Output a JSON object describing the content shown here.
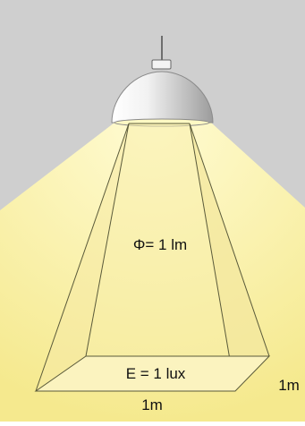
{
  "labels": {
    "flux": "Φ= 1 lm",
    "illuminance": "E = 1 lux",
    "width": "1m",
    "depth": "1m"
  },
  "colors": {
    "background": "#cfcfcf",
    "light": "#f7eca0",
    "light_edge": "#efe27a",
    "pyramid_face": "#f6eaa4",
    "pyramid_stroke": "#5a5a3a",
    "lamp_shade": "#e6e6e6",
    "lamp_shade_dark": "#9a9a9a",
    "opening": "#fff9c4"
  }
}
